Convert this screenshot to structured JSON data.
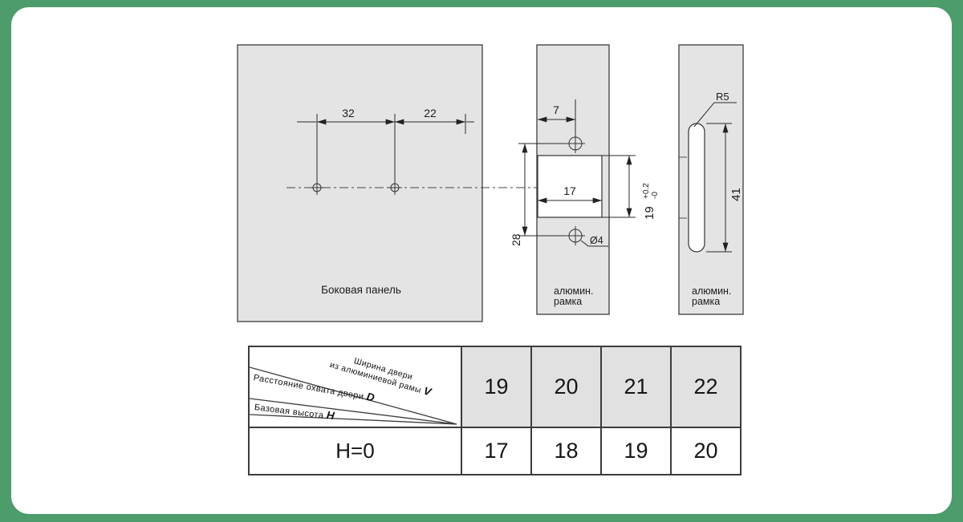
{
  "colors": {
    "background_green": "#4d9c6c",
    "sheet_white": "#ffffff",
    "panel_gray": "#e4e4e4",
    "header_gray": "#e1e1e1",
    "line_dark": "#3c3c3c"
  },
  "drawings": {
    "side_panel": {
      "label": "Боковая панель",
      "dims": {
        "hole_spacing": "32",
        "edge_offset": "22"
      }
    },
    "frame_front_view": {
      "label_line1": "алюмин.",
      "label_line2": "рамка",
      "dims": {
        "top_offset": "7",
        "cutout_width": "17",
        "hole_spacing": "28",
        "cutout_height": "19",
        "tol_plus": "+0.2",
        "tol_minus": "-0",
        "hole_dia": "Ø4"
      }
    },
    "frame_side_view": {
      "label_line1": "алюмин.",
      "label_line2": "рамка",
      "dims": {
        "slot_radius": "R5",
        "slot_length": "41"
      }
    }
  },
  "table": {
    "diagonal_header": {
      "row1_line1": "Ширина двери",
      "row1_line2": "из алюминиевой рамы",
      "row1_letter": "V",
      "row2_text": "Расстояние охвата двери",
      "row2_letter": "D",
      "row3_text": "Базовая высота",
      "row3_letter": "H"
    },
    "col_headers": [
      "19",
      "20",
      "21",
      "22"
    ],
    "rows": [
      {
        "label": "H=0",
        "values": [
          "17",
          "18",
          "19",
          "20"
        ]
      }
    ]
  }
}
